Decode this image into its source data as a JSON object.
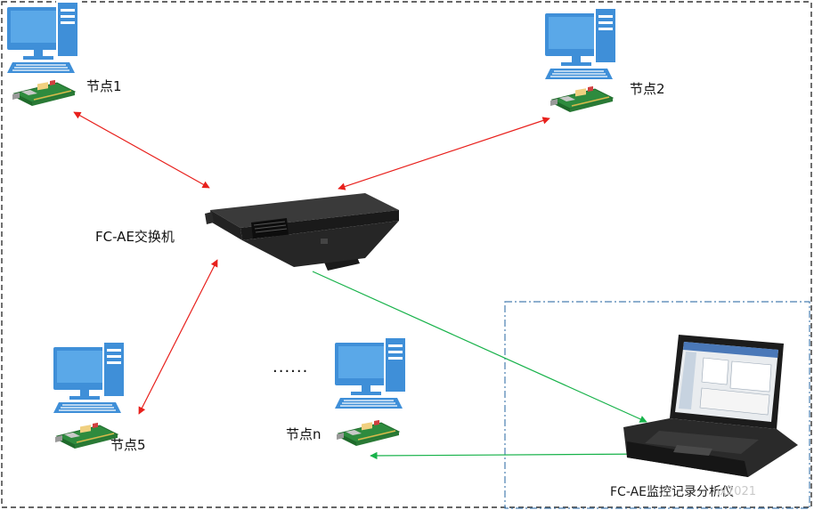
{
  "labels": {
    "switch": "FC-AE交换机",
    "node1": "节点1",
    "node2": "节点2",
    "node5": "节点5",
    "node_n": "节点n",
    "ellipsis": "......",
    "analyzer": "FC-AE监控记录分析仪",
    "watermark": "hx2021"
  },
  "colors": {
    "red_link": "#e8201c",
    "green_link": "#17b24a",
    "pc_blue": "#3f8fd8",
    "screen_blue": "#5aa8e8",
    "card_green": "#2e8b3e",
    "outer_border": "#333333",
    "analyzer_border": "#4a7fb0"
  }
}
